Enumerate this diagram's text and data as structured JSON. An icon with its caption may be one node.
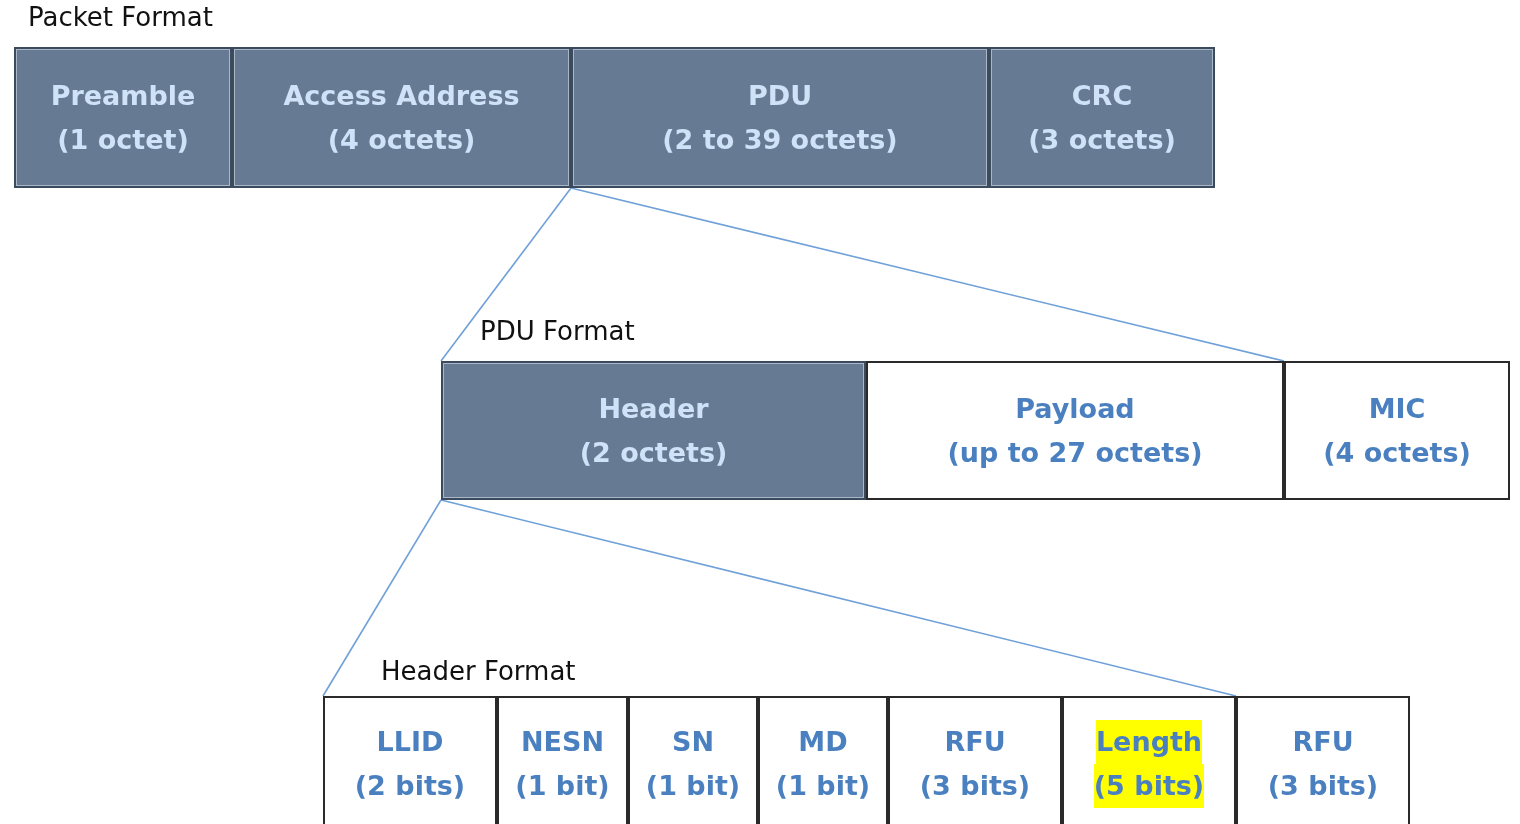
{
  "diagram": {
    "nodes": [
      {
        "text": [
          "Preamble",
          "(1 octet)"
        ]
      },
      {
        "text": [
          "Access Address",
          "(4 octets)"
        ]
      },
      {
        "text": [
          "PDU",
          "(2 to 39 octets)"
        ]
      },
      {
        "text": [
          "CRC",
          "(3 octets)"
        ]
      },
      {
        "text": [
          "Header",
          "(2 octets)"
        ]
      },
      {
        "text": [
          "Payload",
          "(up to 27 octets)"
        ]
      },
      {
        "text": [
          "MIC",
          "(4 octets)"
        ]
      },
      {
        "text": [
          "LLID",
          "(2 bits)"
        ]
      },
      {
        "text": [
          "NESN",
          "(1 bit)"
        ]
      },
      {
        "text": [
          "SN",
          "(1 bit)"
        ]
      },
      {
        "text": [
          "MD",
          "(1 bit)"
        ]
      },
      {
        "text": [
          "RFU",
          "(3 bits)"
        ]
      },
      {
        "text": [
          "Length",
          "(5 bits)"
        ]
      },
      {
        "text": [
          "RFU",
          "(3 bits)"
        ]
      }
    ],
    "edges": [
      {
        "from": 2,
        "to": 4,
        "arrow": "none"
      },
      {
        "from": 2,
        "to": 6,
        "arrow": "none"
      },
      {
        "from": 4,
        "to": 7,
        "arrow": "none"
      },
      {
        "from": 4,
        "to": 13,
        "arrow": "none"
      }
    ],
    "labels": [
      "Packet Format",
      "PDU Format",
      "Header Format"
    ]
  }
}
